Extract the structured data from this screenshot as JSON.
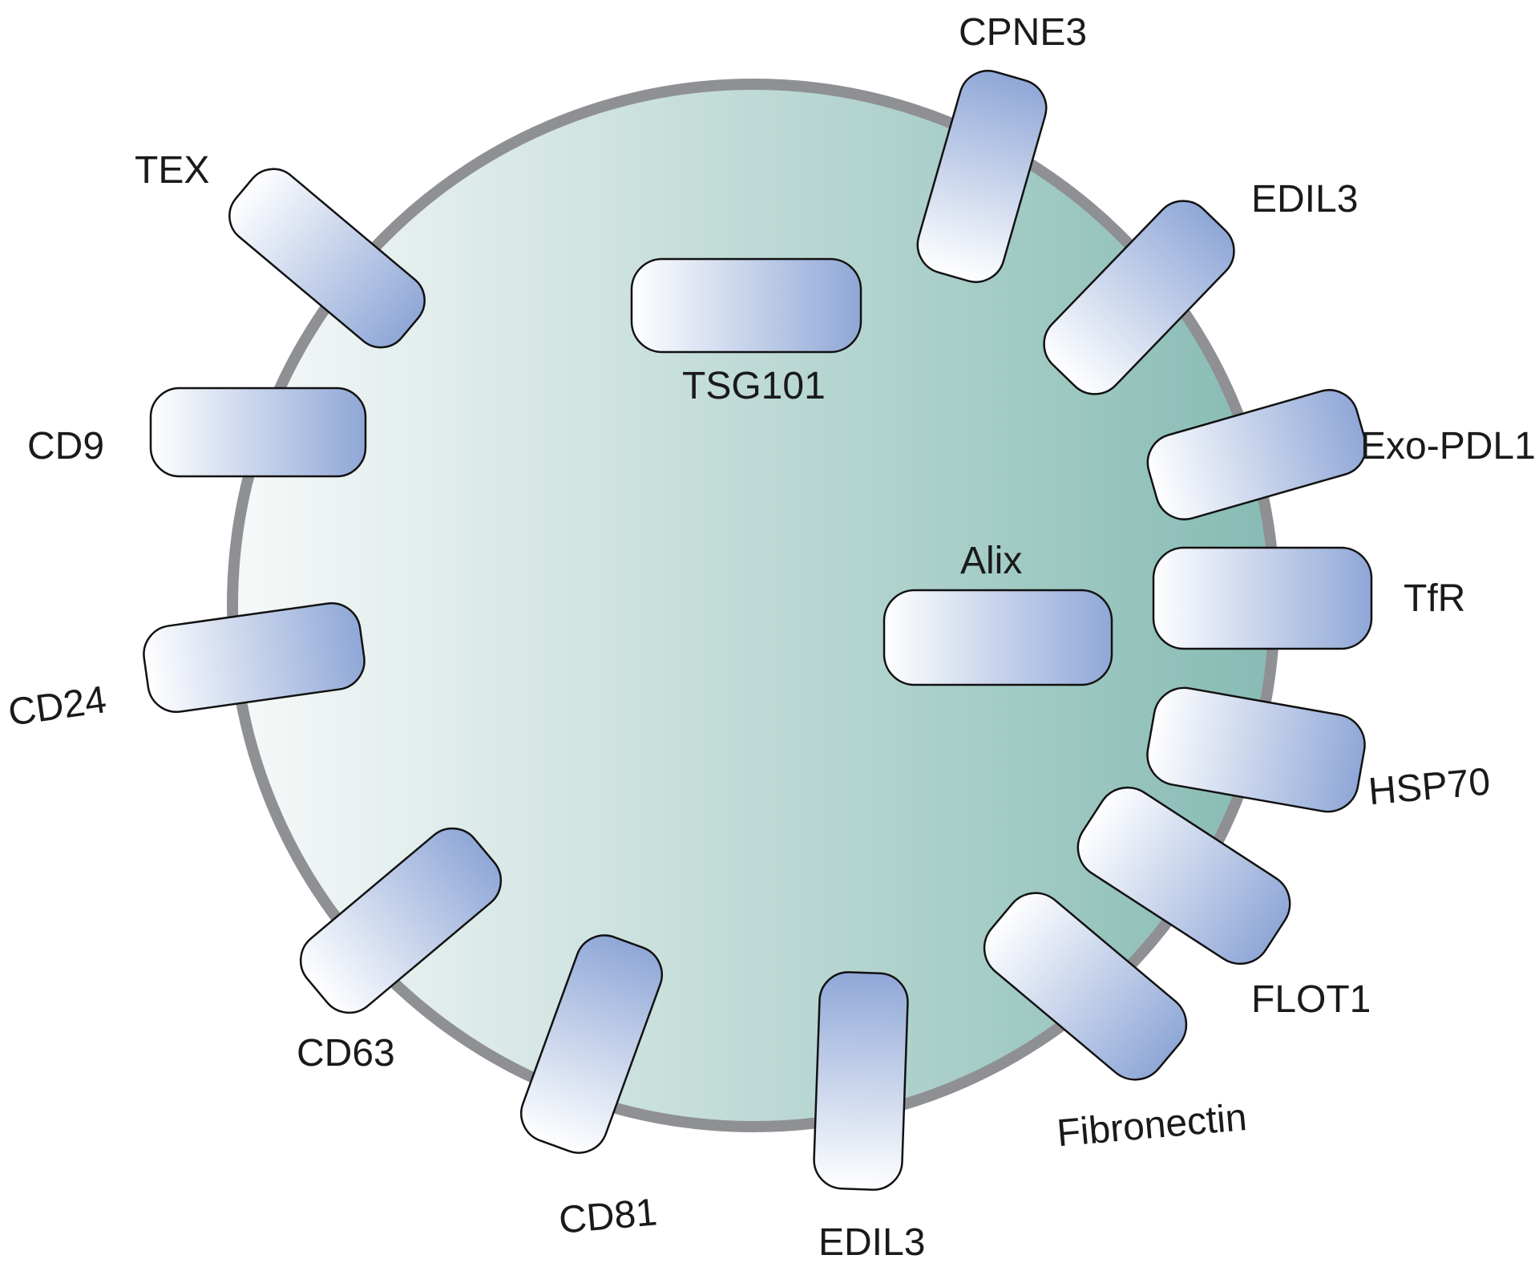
{
  "vesicle": {
    "fill_light": "#f7f9f9",
    "fill_dark": "#86bbb3",
    "membrane_color": "#8f9094"
  },
  "protein_colors": {
    "light": "#ffffff",
    "dark": "#8fa7d7"
  },
  "proteins": {
    "tex": "TEX",
    "cpne3": "CPNE3",
    "edil3_top": "EDIL3",
    "tsg101": "TSG101",
    "cd9": "CD9",
    "exo_pdl1": "Exo-PDL1",
    "alix": "Alix",
    "tfr": "TfR",
    "cd24": "CD24",
    "hsp70": "HSP70",
    "flot1": "FLOT1",
    "cd63": "CD63",
    "fibronectin": "Fibronectin",
    "cd81": "CD81",
    "edil3_bottom": "EDIL3"
  }
}
